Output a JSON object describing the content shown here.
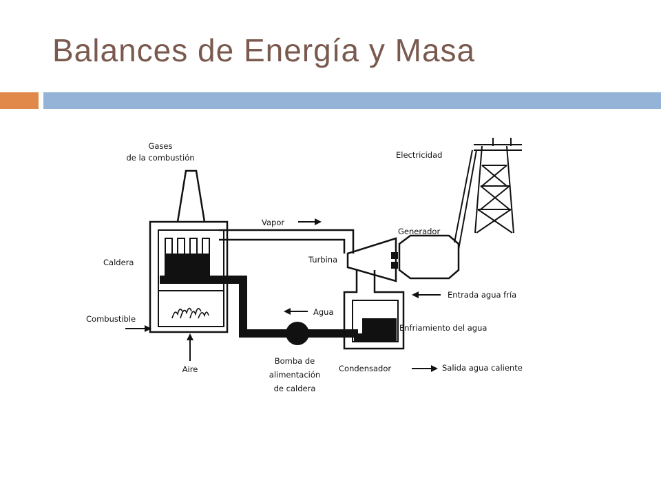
{
  "title": "Balances de Energía y Masa",
  "colors": {
    "title": "#7a5a4e",
    "accent_orange": "#e0894a",
    "accent_blue": "#94b3d6"
  },
  "diagram": {
    "labels": {
      "gases_line1": "Gases",
      "gases_line2": "de la combustión",
      "electricidad": "Electricidad",
      "vapor": "Vapor",
      "generador": "Generador",
      "caldera": "Caldera",
      "turbina": "Turbina",
      "entrada_agua_fria": "Entrada agua fría",
      "agua": "Agua",
      "combustible": "Combustible",
      "enfriamiento": "Enfriamiento del agua",
      "bomba_line1": "Bomba de",
      "bomba_line2": "alimentación",
      "bomba_line3": "de caldera",
      "condensador": "Condensador",
      "salida_agua_caliente": "Salida agua caliente",
      "aire": "Aire"
    }
  }
}
